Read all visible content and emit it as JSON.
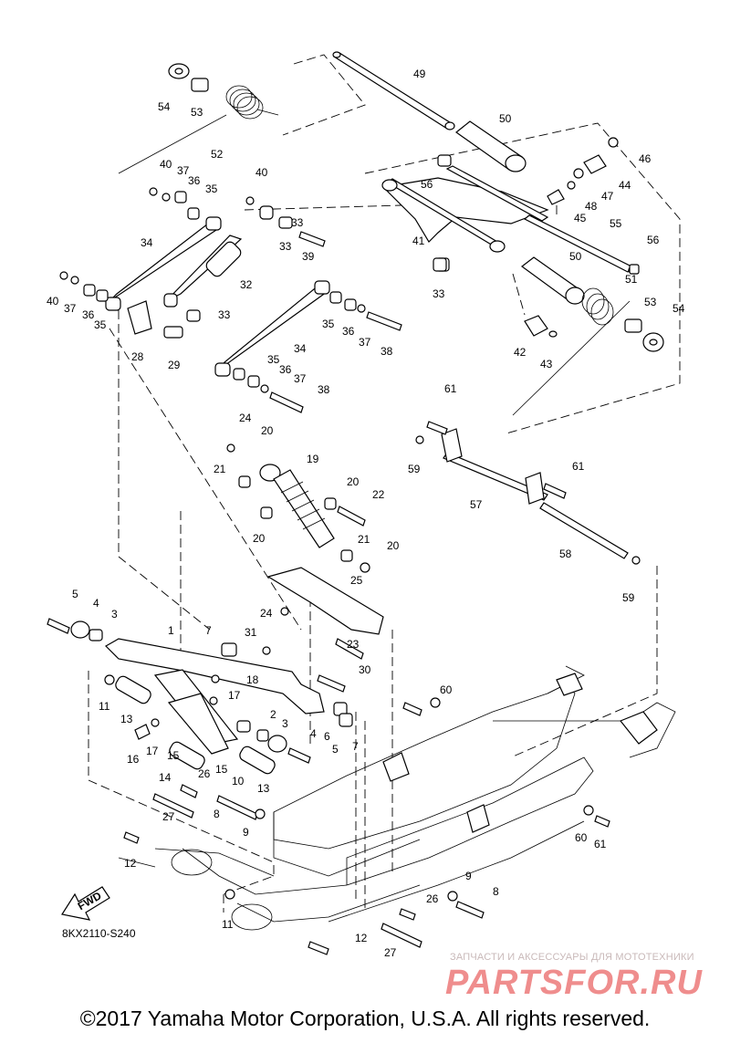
{
  "diagram": {
    "part_labels": [
      "1",
      "2",
      "3",
      "3",
      "4",
      "4",
      "5",
      "5",
      "6",
      "7",
      "7",
      "8",
      "8",
      "9",
      "9",
      "10",
      "11",
      "11",
      "12",
      "12",
      "13",
      "13",
      "14",
      "15",
      "15",
      "16",
      "17",
      "17",
      "18",
      "19",
      "20",
      "20",
      "20",
      "20",
      "21",
      "21",
      "22",
      "23",
      "24",
      "24",
      "25",
      "26",
      "26",
      "27",
      "27",
      "28",
      "29",
      "30",
      "31",
      "32",
      "33",
      "33",
      "33",
      "33",
      "34",
      "34",
      "35",
      "35",
      "35",
      "35",
      "36",
      "36",
      "36",
      "36",
      "37",
      "37",
      "37",
      "37",
      "38",
      "38",
      "39",
      "40",
      "40",
      "40",
      "41",
      "42",
      "43",
      "44",
      "45",
      "46",
      "47",
      "48",
      "49",
      "50",
      "50",
      "51",
      "52",
      "53",
      "53",
      "54",
      "54",
      "55",
      "56",
      "56",
      "57",
      "58",
      "59",
      "59",
      "60",
      "60",
      "61",
      "61",
      "61"
    ],
    "fwd_label": "FWD",
    "figure_code": "8KX2110-S240"
  },
  "watermark": {
    "tagline": "ЗАПЧАСТИ И АКСЕССУАРЫ ДЛЯ МОТОТЕХНИКИ",
    "brand": "PARTSFOR.RU"
  },
  "footer": {
    "copyright": "©2017 Yamaha Motor Corporation, U.S.A. All rights reserved."
  }
}
